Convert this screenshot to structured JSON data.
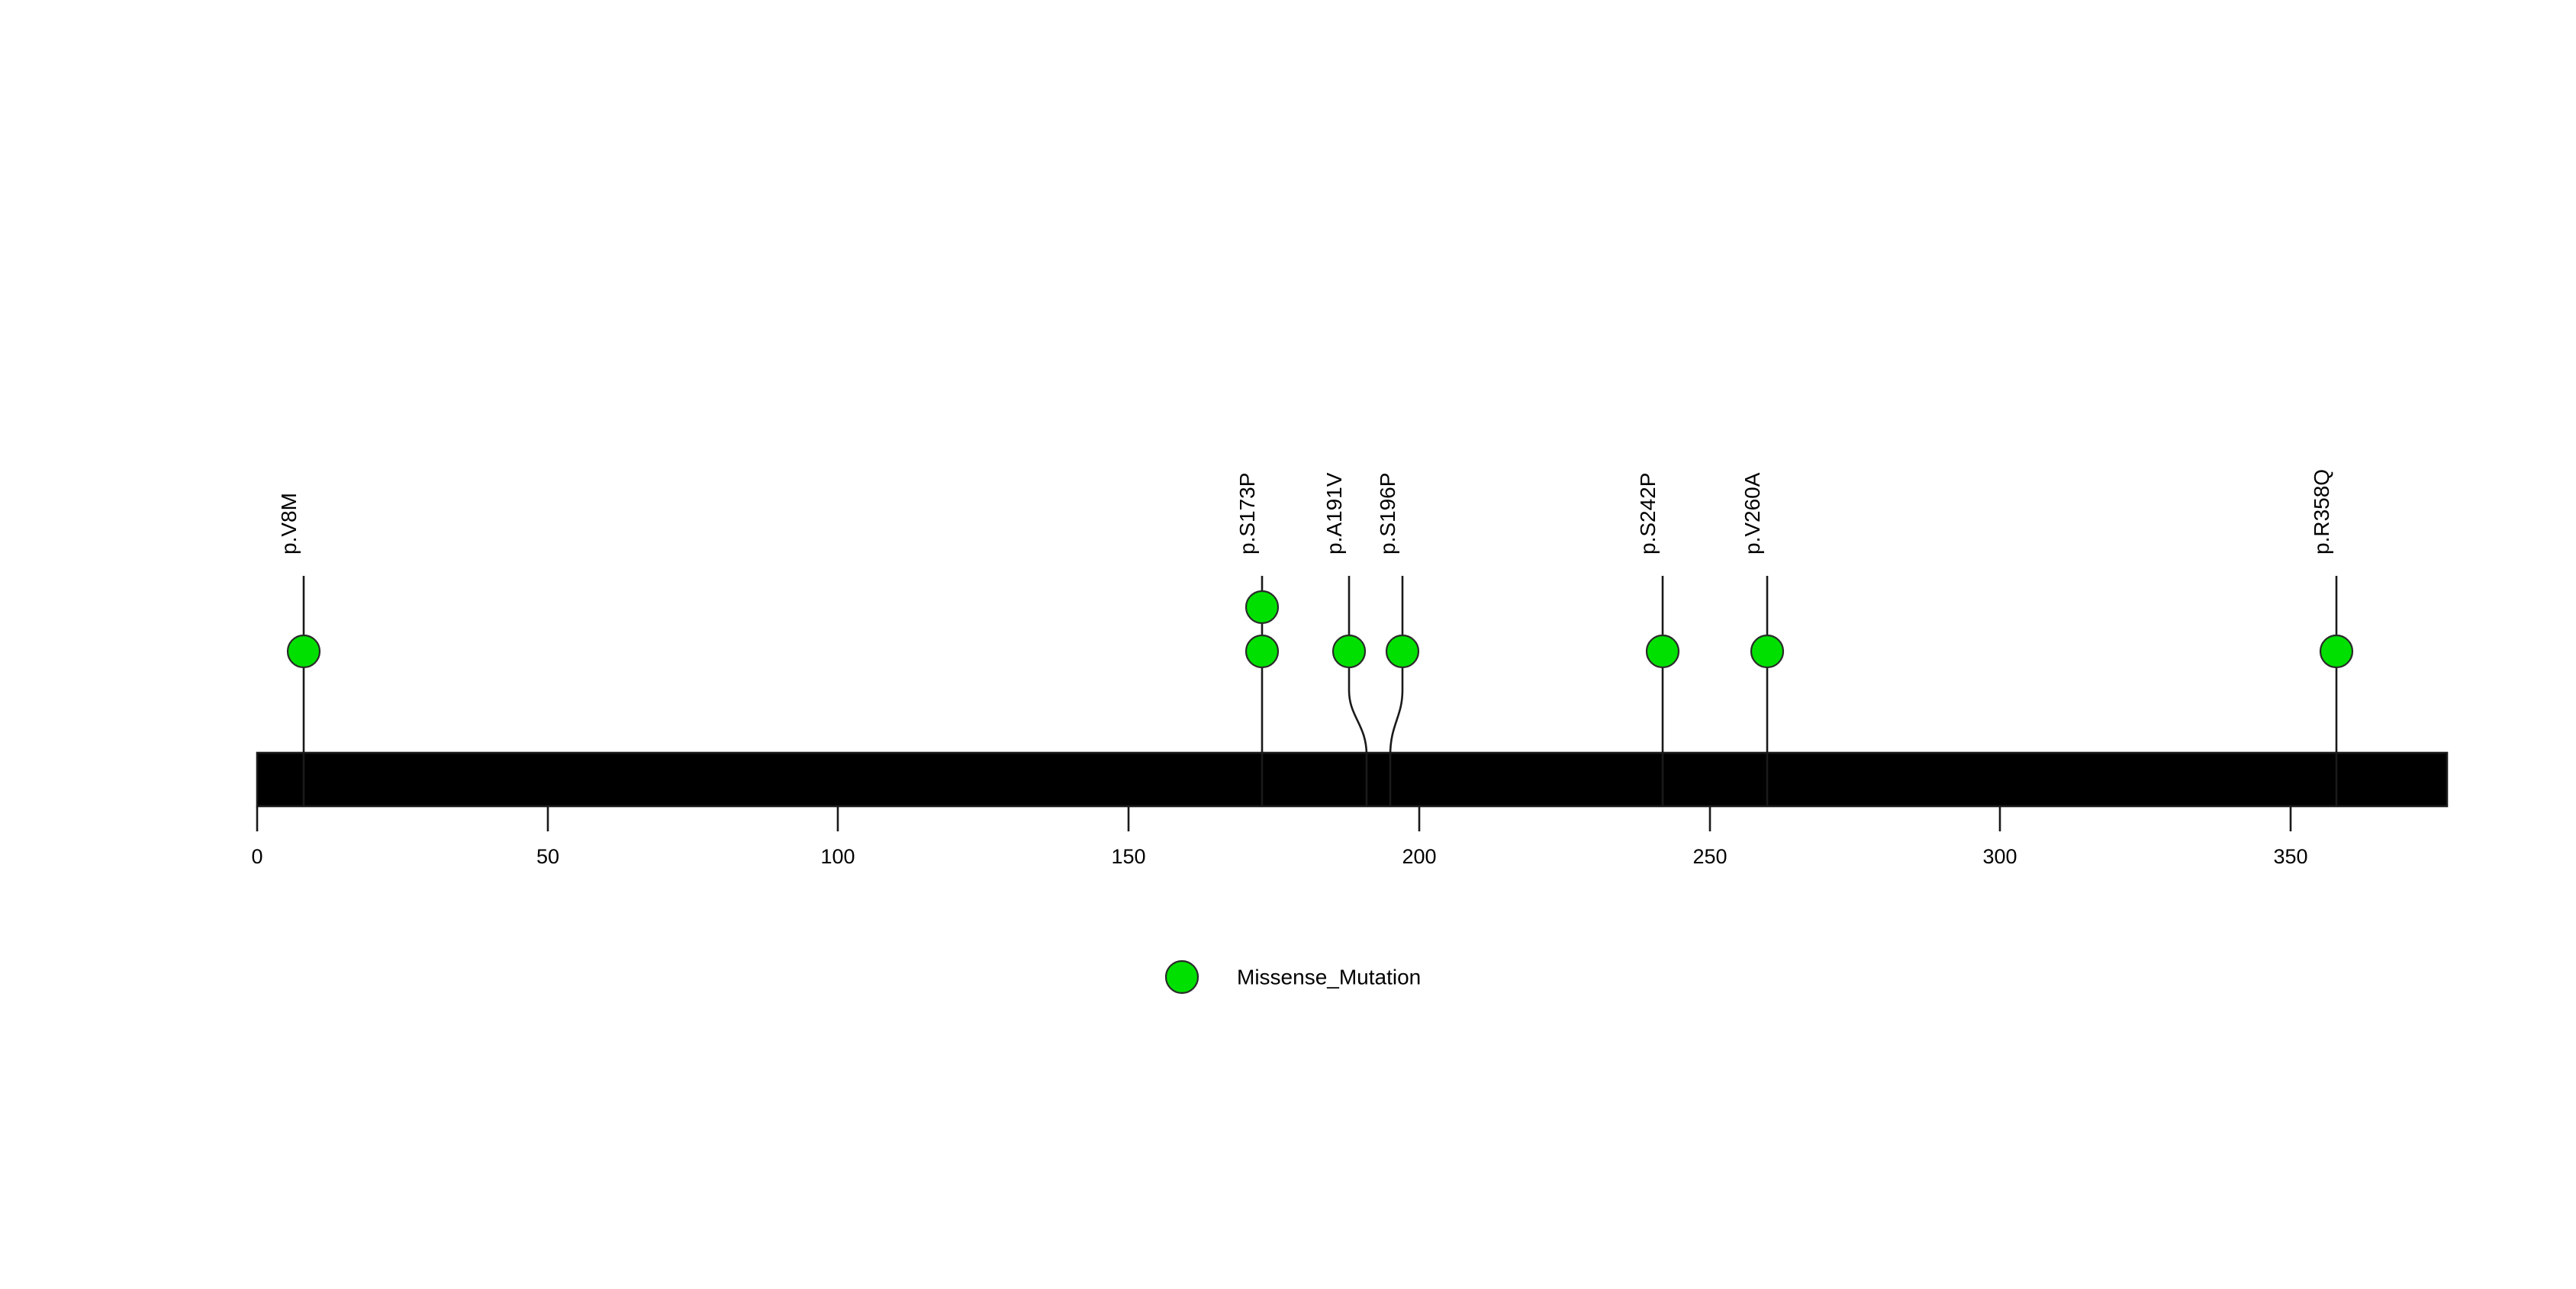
{
  "chart_data": {
    "type": "lollipop",
    "title": "",
    "xlabel": "",
    "ylabel": "",
    "xlim": [
      0,
      376
    ],
    "protein_length": 376,
    "grid": false,
    "axis": {
      "ticks": [
        0,
        50,
        100,
        150,
        200,
        250,
        300,
        350
      ],
      "tick_labels": [
        "0",
        "50",
        "100",
        "150",
        "200",
        "250",
        "300",
        "350"
      ]
    },
    "domain_track": {
      "start": 0,
      "end": 376,
      "color": "#b08bc6",
      "border_color": "#1a1a1a"
    },
    "mutations": [
      {
        "label": "p.V8M",
        "position": 8,
        "count": 1,
        "type": "Missense_Mutation",
        "color": "#00e000"
      },
      {
        "label": "p.S173P",
        "position": 173,
        "count": 2,
        "type": "Missense_Mutation",
        "color": "#00e000"
      },
      {
        "label": "p.A191V",
        "position": 191,
        "count": 1,
        "type": "Missense_Mutation",
        "color": "#00e000"
      },
      {
        "label": "p.S196P",
        "position": 196,
        "count": 1,
        "type": "Missense_Mutation",
        "color": "#00e000"
      },
      {
        "label": "p.S242P",
        "position": 242,
        "count": 1,
        "type": "Missense_Mutation",
        "color": "#00e000"
      },
      {
        "label": "p.V260A",
        "position": 260,
        "count": 1,
        "type": "Missense_Mutation",
        "color": "#00e000"
      },
      {
        "label": "p.R358Q",
        "position": 358,
        "count": 1,
        "type": "Missense_Mutation",
        "color": "#00e000"
      }
    ],
    "legend": {
      "position": "bottom-center",
      "entries": [
        {
          "label": "Missense_Mutation",
          "color": "#00e000",
          "marker": "circle"
        }
      ]
    }
  },
  "colors": {
    "mutation_green": "#00e000",
    "domain_purple": "#b08bc6",
    "stroke_black": "#1a1a1a",
    "background": "#ffffff"
  }
}
